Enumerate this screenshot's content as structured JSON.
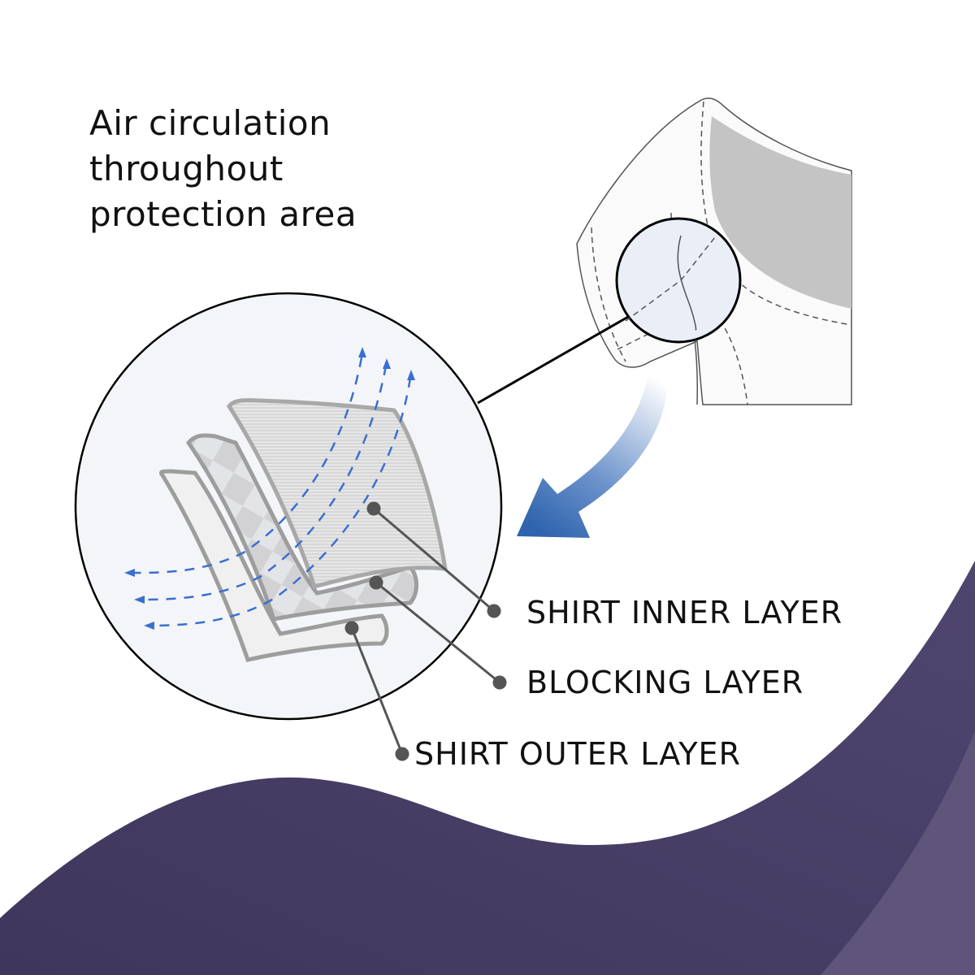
{
  "headline": {
    "lines": [
      "Air circulation",
      "throughout",
      "protection area"
    ]
  },
  "labels": {
    "inner": "SHIRT INNER LAYER",
    "blocking": "BLOCKING LAYER",
    "outer": "SHIRT OUTER LAYER"
  },
  "colors": {
    "wave": "#463d63",
    "wave_light": "#5f5479",
    "airflow": "#3a6fd0",
    "arrow": "#2e63ad",
    "leader": "#555555"
  }
}
